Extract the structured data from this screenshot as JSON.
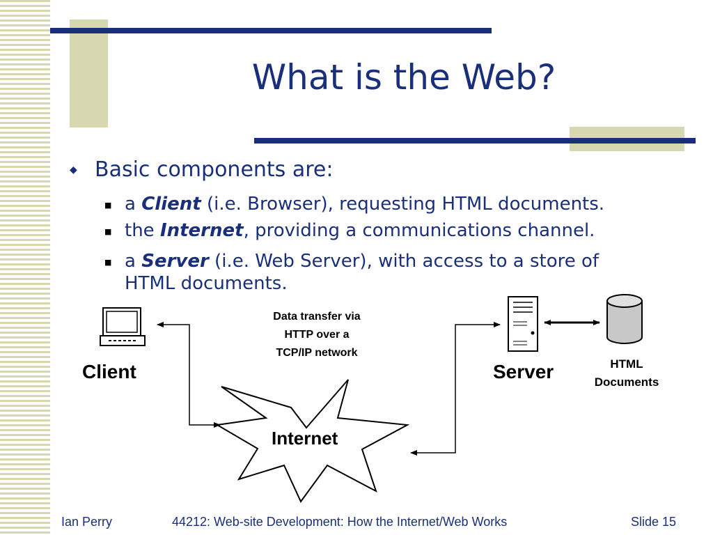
{
  "slide": {
    "title": "What is the Web?",
    "bullet": "Basic components are:",
    "items": [
      {
        "pre": "a ",
        "bold": "Client",
        "post": " (i.e. Browser), requesting HTML documents."
      },
      {
        "pre": "the ",
        "bold": "Internet",
        "post": ", providing a communications channel."
      },
      {
        "pre": "a ",
        "bold": "Server",
        "post": " (i.e. Web Server), with access to a store of",
        "line2": "HTML documents."
      }
    ]
  },
  "diagram": {
    "transfer_line1": "Data transfer via",
    "transfer_line2": "HTTP over a",
    "transfer_line3": "TCP/IP network",
    "client_label": "Client",
    "server_label": "Server",
    "docs_line1": "HTML",
    "docs_line2": "Documents",
    "internet_label": "Internet"
  },
  "footer": {
    "author": "Ian Perry",
    "course": "44212: Web-site Development: How the Internet/Web Works",
    "slide": "Slide 15"
  },
  "colors": {
    "accent": "#1a2f7a",
    "decor": "#d8d8b0"
  }
}
